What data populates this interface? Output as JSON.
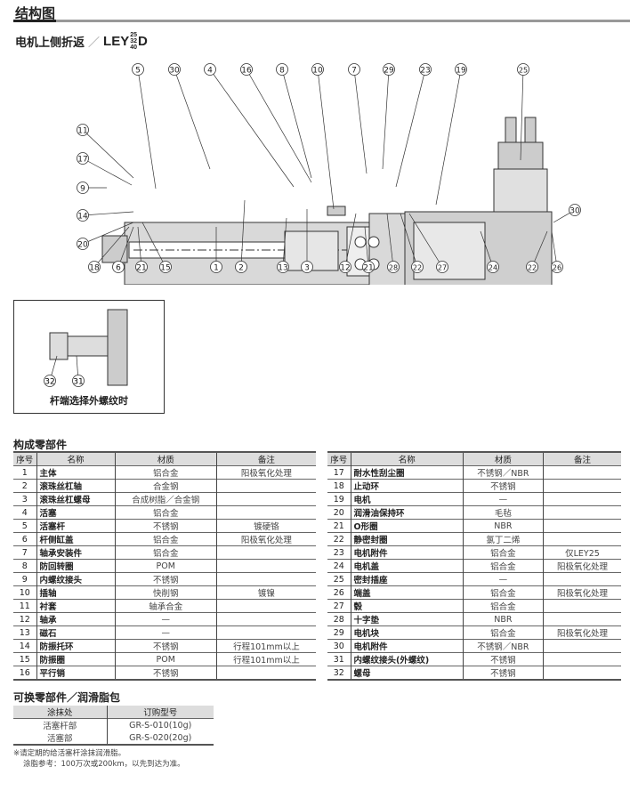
{
  "header": {
    "title": "结构图",
    "subtitle": "电机上侧折返",
    "slash": "／",
    "model_prefix": "LEY",
    "model_sizes": [
      "25",
      "32",
      "40"
    ],
    "model_suffix": "D"
  },
  "drawing": {
    "callouts_top": [
      "5",
      "30",
      "4",
      "16",
      "8",
      "10",
      "7",
      "29",
      "23",
      "19",
      "25"
    ],
    "callouts_left": [
      "11",
      "17",
      "9",
      "14",
      "20"
    ],
    "callouts_bottom": [
      "18",
      "6",
      "21",
      "15",
      "1",
      "2",
      "13",
      "3",
      "12",
      "21",
      "28",
      "22",
      "27",
      "24",
      "22",
      "26"
    ],
    "callouts_right": [
      "30"
    ]
  },
  "inset": {
    "caption": "杆端选择外螺纹时",
    "callouts": [
      "32",
      "31"
    ]
  },
  "parts": {
    "title": "构成零部件",
    "headers": [
      "序号",
      "名称",
      "材质",
      "备注"
    ],
    "left": [
      [
        "1",
        "主体",
        "铝合金",
        "阳极氧化处理"
      ],
      [
        "2",
        "滚珠丝杠轴",
        "合金钢",
        ""
      ],
      [
        "3",
        "滚珠丝杠螺母",
        "合成树脂／合金钢",
        ""
      ],
      [
        "4",
        "活塞",
        "铝合金",
        ""
      ],
      [
        "5",
        "活塞杆",
        "不锈钢",
        "镀硬铬"
      ],
      [
        "6",
        "杆侧缸盖",
        "铝合金",
        "阳极氧化处理"
      ],
      [
        "7",
        "轴承安装件",
        "铝合金",
        ""
      ],
      [
        "8",
        "防回转圈",
        "POM",
        ""
      ],
      [
        "9",
        "内螺纹接头",
        "不锈钢",
        ""
      ],
      [
        "10",
        "插轴",
        "快削钢",
        "镀镍"
      ],
      [
        "11",
        "衬套",
        "轴承合金",
        ""
      ],
      [
        "12",
        "轴承",
        "—",
        ""
      ],
      [
        "13",
        "磁石",
        "—",
        ""
      ],
      [
        "14",
        "防振托环",
        "不锈钢",
        "行程101mm以上"
      ],
      [
        "15",
        "防振圈",
        "POM",
        "行程101mm以上"
      ],
      [
        "16",
        "平行销",
        "不锈钢",
        ""
      ]
    ],
    "right": [
      [
        "17",
        "耐水性刮尘圈",
        "不锈钢／NBR",
        ""
      ],
      [
        "18",
        "止动环",
        "不锈钢",
        ""
      ],
      [
        "19",
        "电机",
        "—",
        ""
      ],
      [
        "20",
        "润滑油保持环",
        "毛毡",
        ""
      ],
      [
        "21",
        "O形圈",
        "NBR",
        ""
      ],
      [
        "22",
        "静密封圈",
        "氯丁二烯",
        ""
      ],
      [
        "23",
        "电机附件",
        "铝合金",
        "仅LEY25"
      ],
      [
        "24",
        "电机盖",
        "铝合金",
        "阳极氧化处理"
      ],
      [
        "25",
        "密封插座",
        "—",
        ""
      ],
      [
        "26",
        "端盖",
        "铝合金",
        "阳极氧化处理"
      ],
      [
        "27",
        "毂",
        "铝合金",
        ""
      ],
      [
        "28",
        "十字垫",
        "NBR",
        ""
      ],
      [
        "29",
        "电机块",
        "铝合金",
        "阳极氧化处理"
      ],
      [
        "30",
        "电机附件",
        "不锈钢／NBR",
        ""
      ],
      [
        "31",
        "内螺纹接头(外螺纹)",
        "不锈钢",
        ""
      ],
      [
        "32",
        "螺母",
        "不锈钢",
        ""
      ]
    ]
  },
  "grease": {
    "title": "可换零部件／润滑脂包",
    "headers": [
      "涂抹处",
      "订购型号"
    ],
    "rows": [
      [
        "活塞杆部",
        "GR-S-010(10g)"
      ],
      [
        "活塞部",
        "GR-S-020(20g)"
      ]
    ],
    "notes": [
      "※请定期的给活塞杆涂抹润滑脂。",
      "涂脂参考：100万次或200km，以先到达为准。"
    ]
  }
}
